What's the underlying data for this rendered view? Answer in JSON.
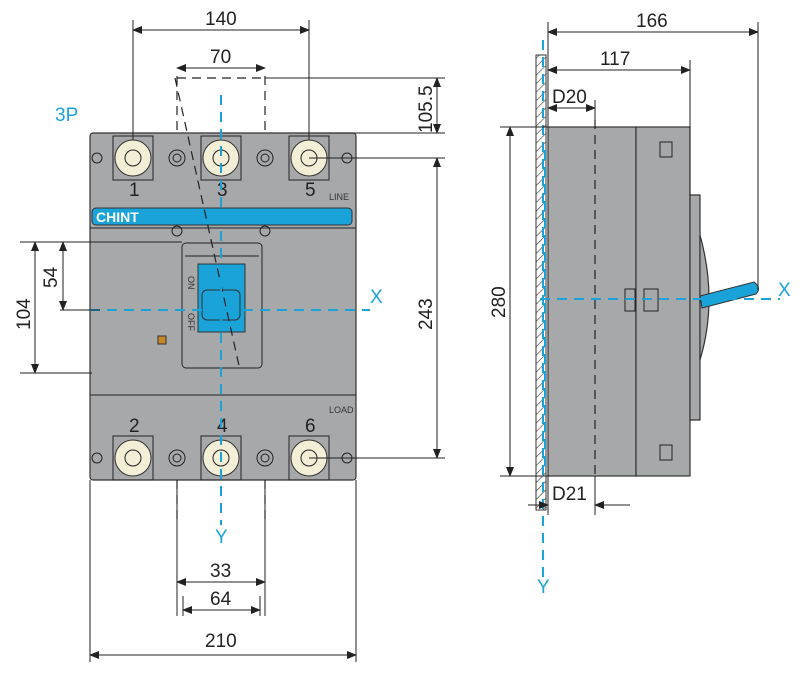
{
  "title_label": "3P",
  "brand": "CHINT",
  "terminals": {
    "line": [
      "1",
      "3",
      "5"
    ],
    "load": [
      "2",
      "4",
      "6"
    ],
    "line_label": "LINE",
    "load_label": "LOAD"
  },
  "switch_labels": {
    "on": "ON",
    "off": "OFF"
  },
  "axes": {
    "x": "X",
    "y": "Y"
  },
  "dimensions": {
    "d140": "140",
    "d70": "70",
    "d105_5": "105.5",
    "d243": "243",
    "d104": "104",
    "d54": "54",
    "d33": "33",
    "d64": "64",
    "d210": "210",
    "d166": "166",
    "d117": "117",
    "dD20": "D20",
    "d280": "280",
    "dD21": "D21"
  },
  "colors": {
    "accent": "#1aa3d8",
    "body": "#a7a8aa",
    "terminal": "#f3efd6"
  }
}
